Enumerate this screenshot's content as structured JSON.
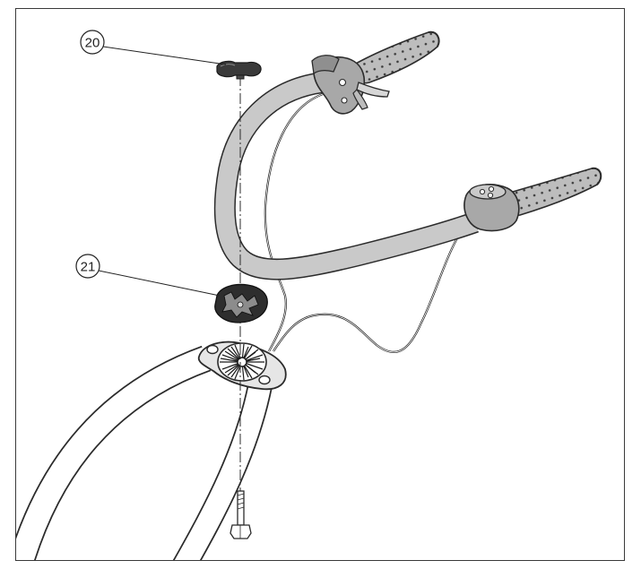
{
  "callouts": [
    {
      "id": "callout-20",
      "label": "20"
    },
    {
      "id": "callout-21",
      "label": "21"
    }
  ],
  "colors": {
    "outline": "#2b2b2b",
    "tube_fill": "#c9c9c9",
    "lower_tube_fill": "#ffffff",
    "grip_fill": "#bdbdbd",
    "grip_dots": "#3a3a3a",
    "cable": "#1f1f1f"
  }
}
